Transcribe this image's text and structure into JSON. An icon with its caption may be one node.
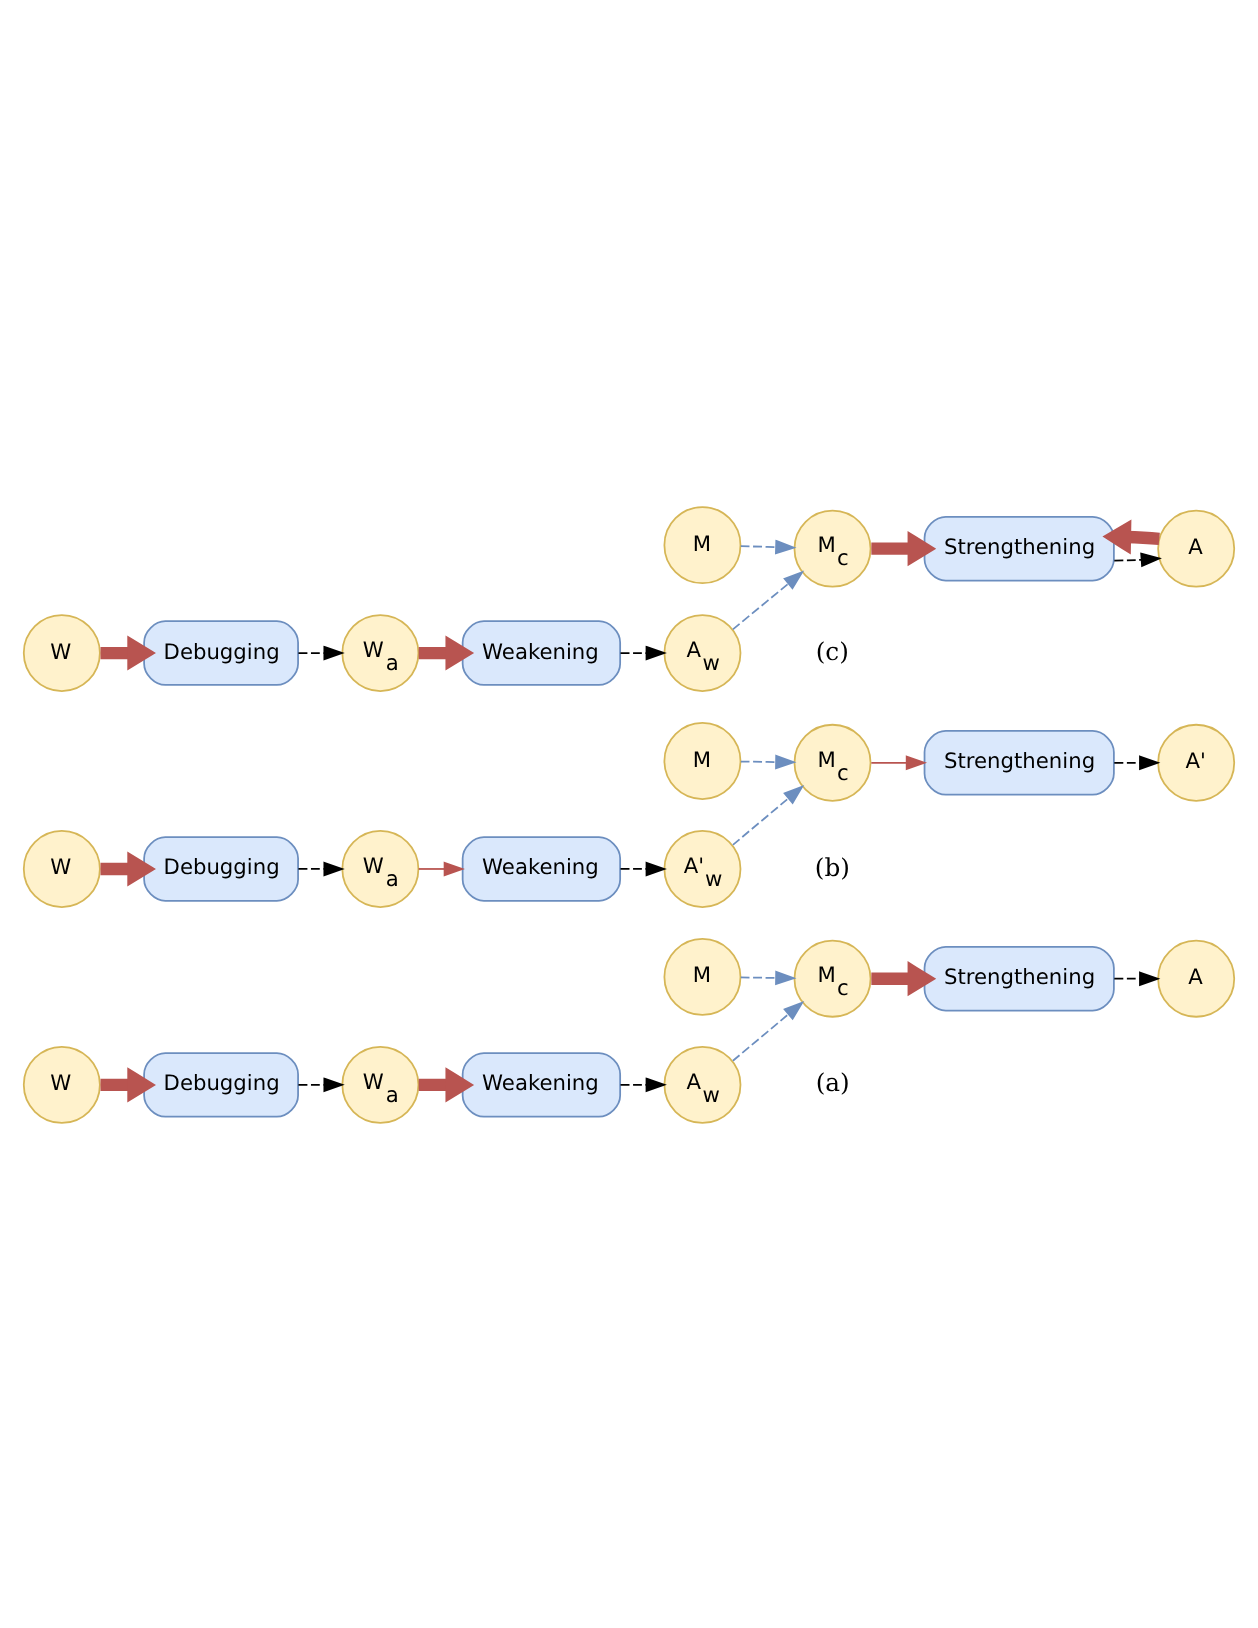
{
  "diagram": {
    "nodes": [
      {
        "text": [
          "W"
        ]
      },
      {
        "text": [
          "Debugging"
        ]
      },
      {
        "text": [
          "W$_{a}$"
        ]
      },
      {
        "text": [
          "Weakening"
        ]
      },
      {
        "text": [
          "A$_{w}$"
        ]
      },
      {
        "text": [
          "M"
        ]
      },
      {
        "text": [
          "M$_{c}$"
        ]
      },
      {
        "text": [
          "Strengthening"
        ]
      },
      {
        "text": [
          "A"
        ]
      },
      {
        "text": [
          "W"
        ]
      },
      {
        "text": [
          "Debugging"
        ]
      },
      {
        "text": [
          "W$_{a}$"
        ]
      },
      {
        "text": [
          "Weakening"
        ]
      },
      {
        "text": [
          "A'$_{w}$"
        ]
      },
      {
        "text": [
          "M"
        ]
      },
      {
        "text": [
          "M$_{c}$"
        ]
      },
      {
        "text": [
          "Strengthening"
        ]
      },
      {
        "text": [
          "A'"
        ]
      },
      {
        "text": [
          "W"
        ]
      },
      {
        "text": [
          "Debugging"
        ]
      },
      {
        "text": [
          "W$_{a}$"
        ]
      },
      {
        "text": [
          "Weakening"
        ]
      },
      {
        "text": [
          "A$_{w}$"
        ]
      },
      {
        "text": [
          "M"
        ]
      },
      {
        "text": [
          "M$_{c}$"
        ]
      },
      {
        "text": [
          "Strengthening"
        ]
      },
      {
        "text": [
          "A"
        ]
      }
    ],
    "edges": [
      {
        "from": 0,
        "to": 1,
        "arrow": "to",
        "style": "thick",
        "color": "#b85450"
      },
      {
        "from": 1,
        "to": 2,
        "arrow": "to",
        "style": "dashed",
        "color": "#000000"
      },
      {
        "from": 2,
        "to": 3,
        "arrow": "to",
        "style": "thick",
        "color": "#b85450"
      },
      {
        "from": 3,
        "to": 4,
        "arrow": "to",
        "style": "dashed",
        "color": "#000000"
      },
      {
        "from": 4,
        "to": 6,
        "arrow": "to",
        "style": "dashed",
        "color": "#6c8ebf"
      },
      {
        "from": 5,
        "to": 6,
        "arrow": "to",
        "style": "dashed",
        "color": "#6c8ebf"
      },
      {
        "from": 6,
        "to": 7,
        "arrow": "to",
        "style": "thick",
        "color": "#b85450"
      },
      {
        "from": 7,
        "to": 8,
        "arrow": "to",
        "style": "dashed",
        "color": "#000000"
      },
      {
        "from": 9,
        "to": 10,
        "arrow": "to",
        "style": "thick",
        "color": "#b85450"
      },
      {
        "from": 10,
        "to": 11,
        "arrow": "to",
        "style": "dashed",
        "color": "#000000"
      },
      {
        "from": 11,
        "to": 12,
        "arrow": "to",
        "color": "#b85450"
      },
      {
        "from": 12,
        "to": 13,
        "arrow": "to",
        "style": "dashed",
        "color": "#000000"
      },
      {
        "from": 13,
        "to": 15,
        "arrow": "to",
        "style": "dashed",
        "color": "#6c8ebf"
      },
      {
        "from": 14,
        "to": 15,
        "arrow": "to",
        "style": "dashed",
        "color": "#6c8ebf"
      },
      {
        "from": 15,
        "to": 16,
        "arrow": "to",
        "color": "#b85450"
      },
      {
        "from": 16,
        "to": 17,
        "arrow": "to",
        "style": "dashed",
        "color": "#000000"
      },
      {
        "from": 18,
        "to": 19,
        "arrow": "to",
        "style": "thick",
        "color": "#b85450"
      },
      {
        "from": 19,
        "to": 20,
        "arrow": "to",
        "style": "dashed",
        "color": "#000000"
      },
      {
        "from": 20,
        "to": 21,
        "arrow": "to",
        "style": "thick",
        "color": "#b85450"
      },
      {
        "from": 21,
        "to": 22,
        "arrow": "to",
        "style": "dashed",
        "color": "#000000"
      },
      {
        "from": 22,
        "to": 24,
        "arrow": "to",
        "style": "dashed",
        "color": "#6c8ebf"
      },
      {
        "from": 23,
        "to": 24,
        "arrow": "to",
        "style": "dashed",
        "color": "#6c8ebf"
      },
      {
        "from": 24,
        "to": 25,
        "arrow": "to",
        "style": "thick",
        "color": "#b85450"
      },
      {
        "from": 25,
        "to": 26,
        "arrow": "to",
        "style": "dashed",
        "color": "#000000"
      },
      {
        "from": 26,
        "to": 25,
        "arrow": "to",
        "style": "thick",
        "color": "#b85450"
      }
    ],
    "labels": [
      "(a)",
      "(b)",
      "(c)"
    ]
  }
}
